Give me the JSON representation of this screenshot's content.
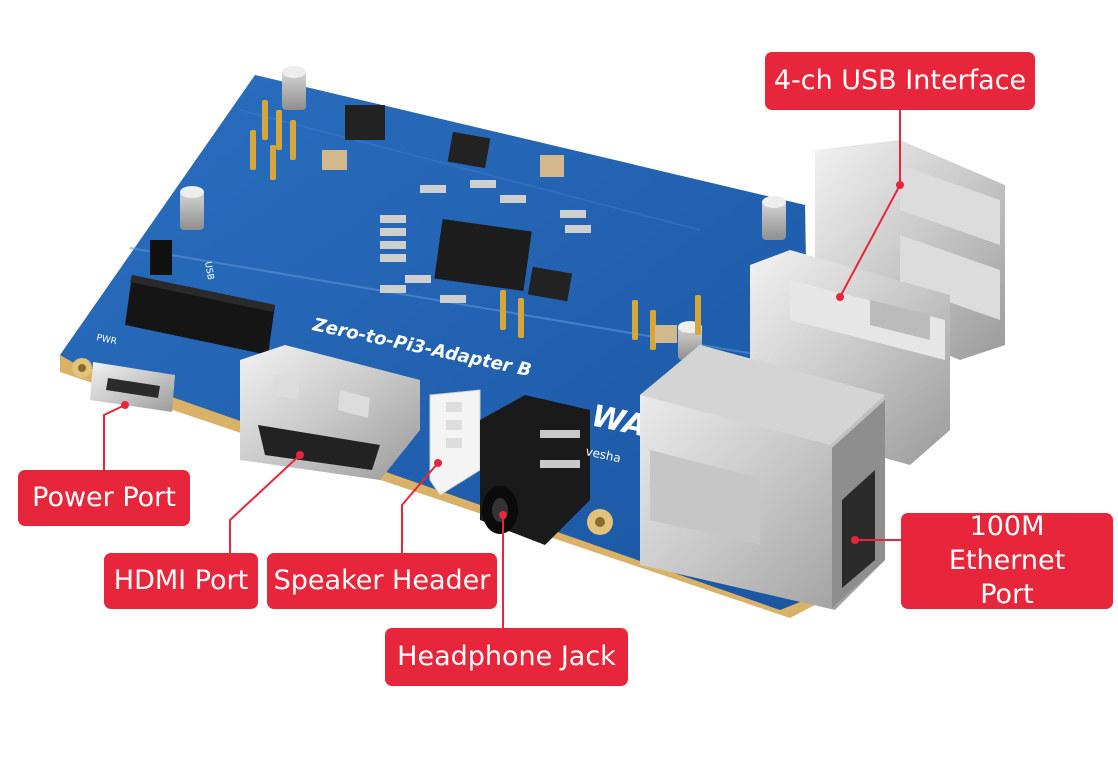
{
  "callouts": {
    "usb": "4-ch USB Interface",
    "power": "Power Port",
    "hdmi": "HDMI Port",
    "speaker": "Speaker Header",
    "headphone": "Headphone Jack",
    "ethernet_line1": "100M Ethernet",
    "ethernet_line2": "Port"
  },
  "board": {
    "silkscreen_title": "Zero-to-Pi3-Adapter B",
    "logo_text": "WA",
    "url_fragment": "vesha",
    "label_usb": "USB",
    "label_pwr": "PWR"
  },
  "colors": {
    "callout_bg": "#e8263b",
    "pcb_blue": "#1f5fae",
    "leader_line": "#e8263b"
  }
}
